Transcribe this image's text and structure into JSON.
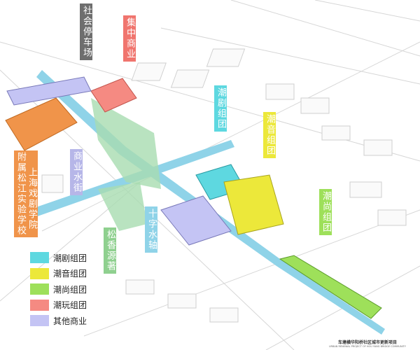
{
  "labels": {
    "parking": "社会停车场",
    "commerce": "集中商业",
    "opera": "潮剧组团",
    "sound": "潮音组团",
    "fashion": "潮尚组团",
    "water_street": "商业水街",
    "school_a": "上海戏剧学院",
    "school_b": "附属松江实验学校",
    "cross_axis": "十字水轴",
    "songxiang": "松香源著"
  },
  "legend": [
    {
      "label": "潮剧组团",
      "color": "#5ed8e0"
    },
    {
      "label": "潮音组团",
      "color": "#ece83a"
    },
    {
      "label": "潮尚组团",
      "color": "#9ee05a"
    },
    {
      "label": "潮玩组团",
      "color": "#f58a82"
    },
    {
      "label": "其他商业",
      "color": "#c4c4f4"
    }
  ],
  "footer": {
    "title": "车塘横华阳桥社区城市更新项目",
    "subtitle": "URBAN RENEWAL PROJECT OF HOU YANG BRIDGE COMMUNITY"
  },
  "colors": {
    "water": "#8fd3e8",
    "green": "#a8dcb0",
    "orange": "#f0944a",
    "parking": "#6e6e6e"
  }
}
